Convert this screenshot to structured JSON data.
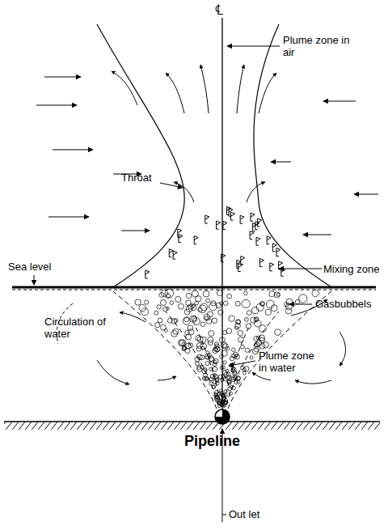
{
  "diagram": {
    "labels": [
      "℄",
      "Plume zone in air",
      "Throat",
      "Mixing zone",
      "Sea level",
      "Gasbubbels",
      "Circulation of water",
      "Plume zone in water",
      "Pipeline",
      "Out let"
    ]
  }
}
